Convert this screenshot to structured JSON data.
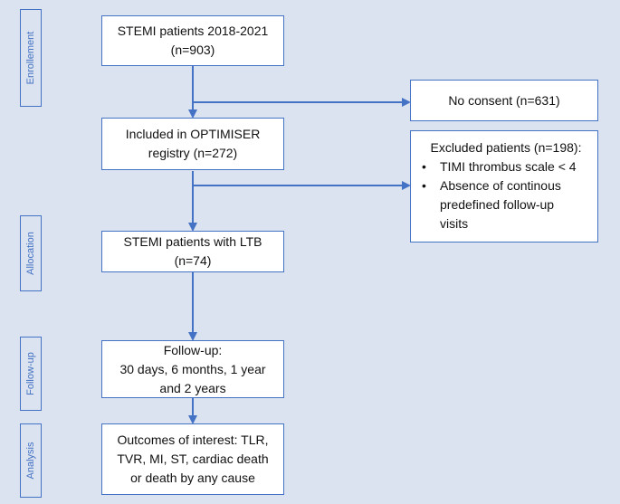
{
  "phases": {
    "enrollment": "Enrollement",
    "allocation": "Allocation",
    "followup": "Follow-up",
    "analysis": "Analysis"
  },
  "boxes": {
    "stemi_all": {
      "lines": [
        "STEMI patients 2018-2021",
        "(n=903)"
      ]
    },
    "no_consent": {
      "lines": [
        "No consent (n=631)"
      ]
    },
    "included": {
      "lines": [
        "Included in OPTIMISER",
        "registry (n=272)"
      ]
    },
    "excluded": {
      "title": "Excluded patients (n=198):",
      "bullets": [
        {
          "lines": [
            "TIMI thrombus scale < 4"
          ]
        },
        {
          "lines": [
            "Absence of continous",
            "predefined follow-up",
            "visits"
          ]
        }
      ]
    },
    "ltb": {
      "lines": [
        "STEMI patients with LTB",
        "(n=74)"
      ]
    },
    "followup": {
      "lines": [
        "Follow-up:",
        "30 days, 6 months, 1 year",
        "and 2 years"
      ]
    },
    "outcomes": {
      "lines": [
        "Outcomes of interest: TLR,",
        "TVR, MI, ST, cardiac death",
        "or death by any cause"
      ]
    }
  },
  "colors": {
    "background": "#dbe3f0",
    "border": "#4472c4",
    "box_fill": "#ffffff",
    "text": "#111111"
  }
}
